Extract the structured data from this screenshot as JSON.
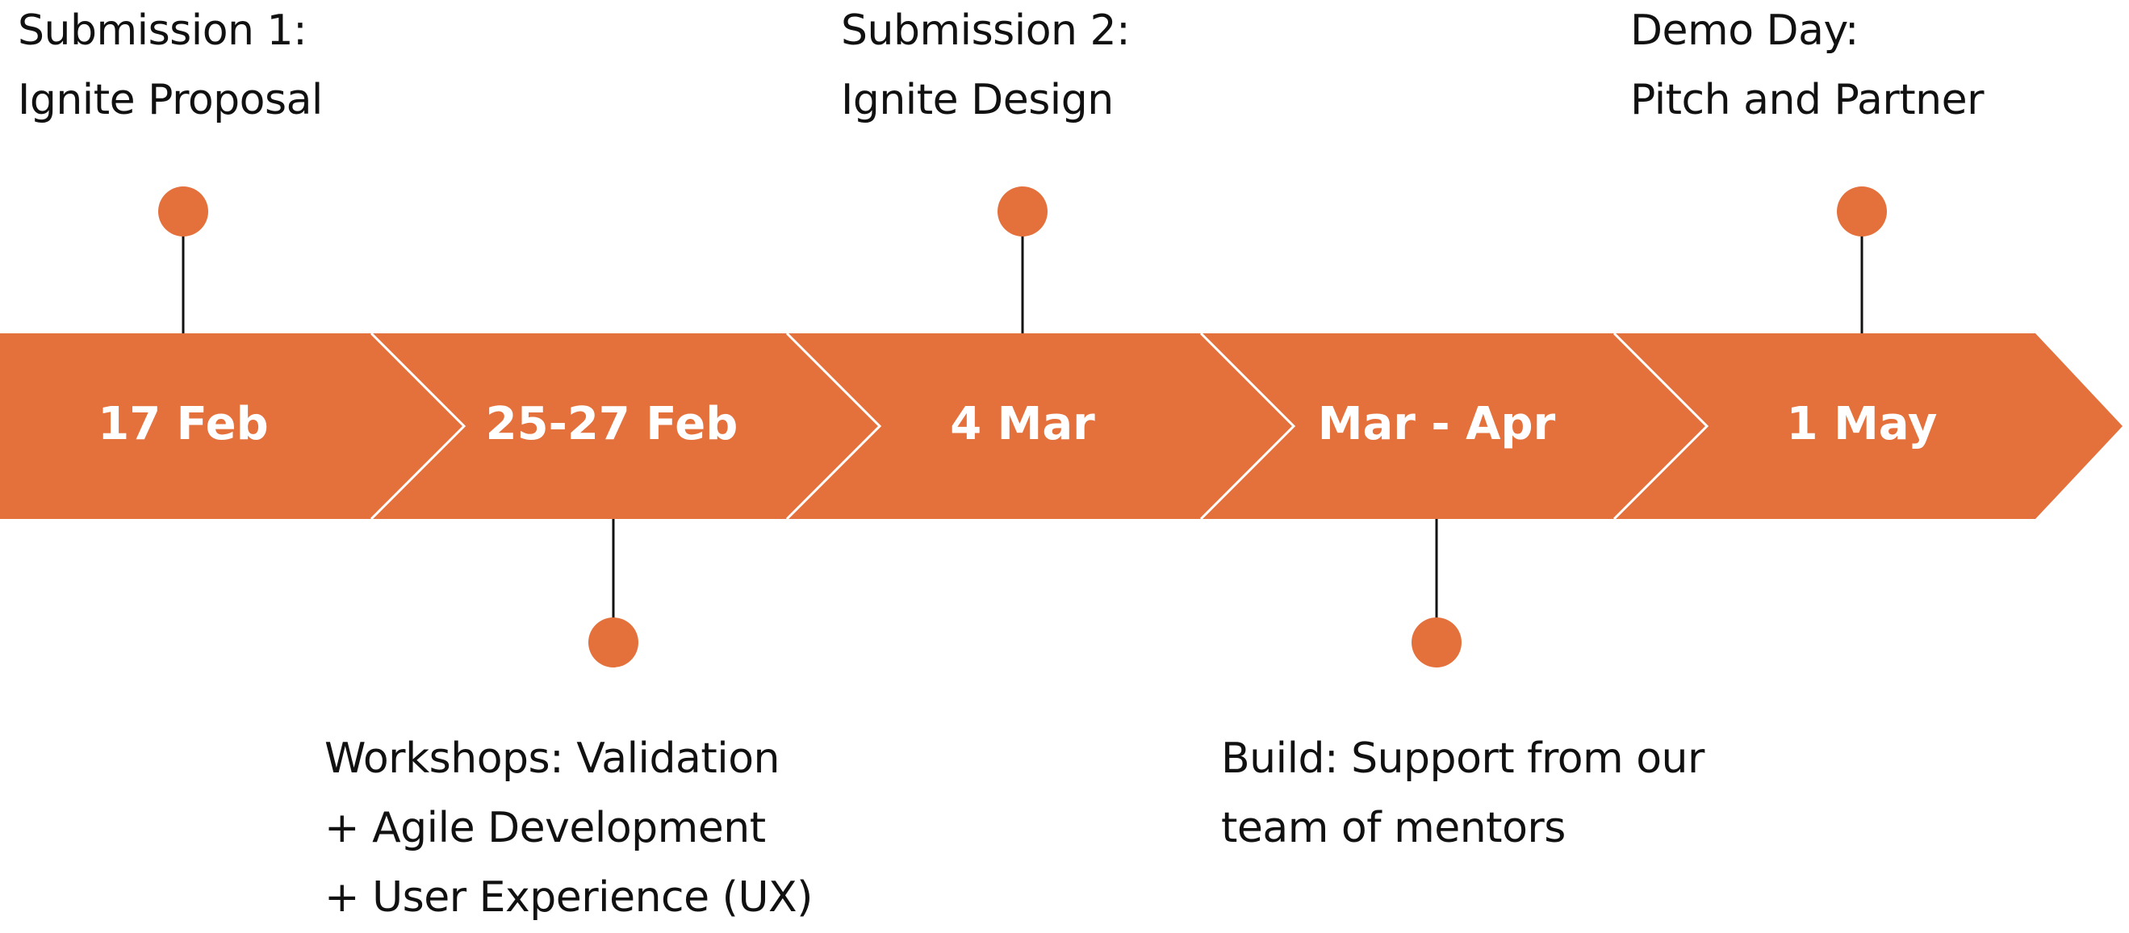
{
  "colors": {
    "accent": "#E4703B",
    "divider": "#ffffff",
    "connector": "#111111",
    "label_text": "#111111",
    "date_text": "#ffffff"
  },
  "milestones": [
    {
      "date": "17 Feb",
      "position": "above",
      "label_lines": [
        "Submission 1:",
        "Ignite Proposal"
      ]
    },
    {
      "date": "25-27 Feb",
      "position": "below",
      "label_lines": [
        "Workshops: Validation",
        "+ Agile Development",
        "+ User Experience (UX)"
      ]
    },
    {
      "date": "4 Mar",
      "position": "above",
      "label_lines": [
        "Submission 2:",
        "Ignite Design"
      ]
    },
    {
      "date": "Mar - Apr",
      "position": "below",
      "label_lines": [
        "Build: Support from our",
        "team of mentors"
      ]
    },
    {
      "date": "1 May",
      "position": "above",
      "label_lines": [
        "Demo Day:",
        "Pitch and Partner"
      ]
    }
  ]
}
